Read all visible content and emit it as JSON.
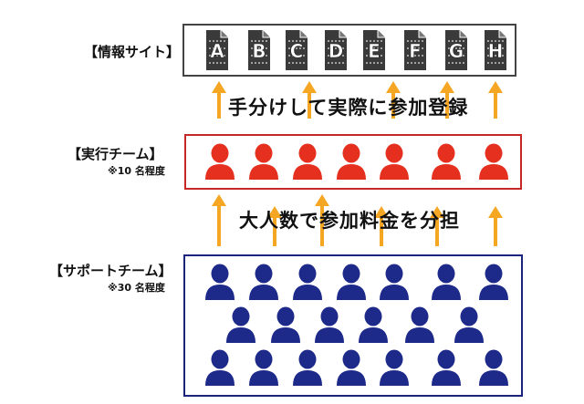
{
  "info_sites": {
    "label": "【情報サイト】",
    "sites": [
      "A",
      "B",
      "C",
      "D",
      "E",
      "F",
      "G",
      "H"
    ]
  },
  "execution_team": {
    "label": "【実行チーム】",
    "note": "※10 名程度",
    "color": "#e53020",
    "icon": "person-icon"
  },
  "support_team": {
    "label": "【サポートチーム】",
    "note": "※30 名程度",
    "color": "#1e2a8a",
    "icon": "person-icon"
  },
  "flow_upper": {
    "text": "手分けして実際に参加登録"
  },
  "flow_lower": {
    "text": "大人数で参加料金を分担"
  },
  "arrow_color": "#f5a623",
  "document_color": "#3a3a3a"
}
